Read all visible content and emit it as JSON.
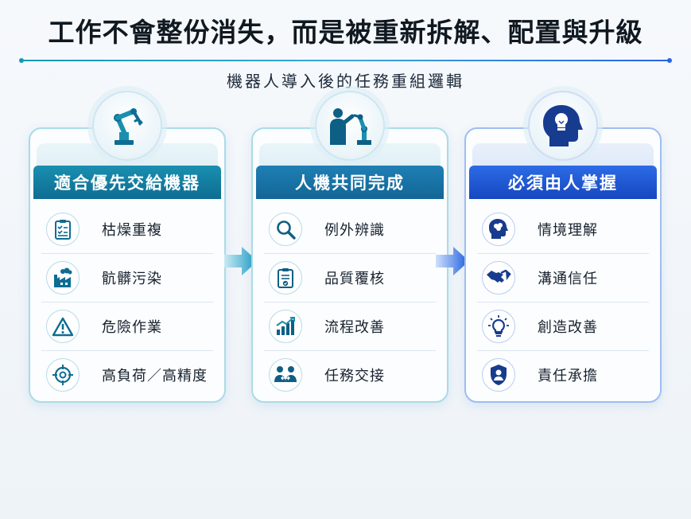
{
  "title": "工作不會整份消失，而是被重新拆解、配置與升級",
  "subtitle": "機器人導入後的任務重組邏輯",
  "colors": {
    "teal": "#0d6d92",
    "mid": "#1f7fb4",
    "blue": "#1647c0"
  },
  "columns": [
    {
      "header": "適合優先交給機器",
      "emblem_icon": "robot-arm-icon",
      "items": [
        {
          "label": "枯燥重複",
          "icon": "clipboard-checklist-icon"
        },
        {
          "label": "骯髒污染",
          "icon": "factory-icon"
        },
        {
          "label": "危險作業",
          "icon": "warning-triangle-icon"
        },
        {
          "label": "高負荷／高精度",
          "icon": "crosshair-target-icon"
        }
      ]
    },
    {
      "header": "人機共同完成",
      "emblem_icon": "human-robot-collaboration-icon",
      "items": [
        {
          "label": "例外辨識",
          "icon": "magnifier-icon"
        },
        {
          "label": "品質覆核",
          "icon": "clipboard-check-icon"
        },
        {
          "label": "流程改善",
          "icon": "rising-chart-icon"
        },
        {
          "label": "任務交接",
          "icon": "handover-people-icon"
        }
      ]
    },
    {
      "header": "必須由人掌握",
      "emblem_icon": "head-lightbulb-icon",
      "items": [
        {
          "label": "情境理解",
          "icon": "head-brain-icon"
        },
        {
          "label": "溝通信任",
          "icon": "handshake-icon"
        },
        {
          "label": "創造改善",
          "icon": "lightbulb-icon"
        },
        {
          "label": "責任承擔",
          "icon": "shield-person-icon"
        }
      ]
    }
  ]
}
